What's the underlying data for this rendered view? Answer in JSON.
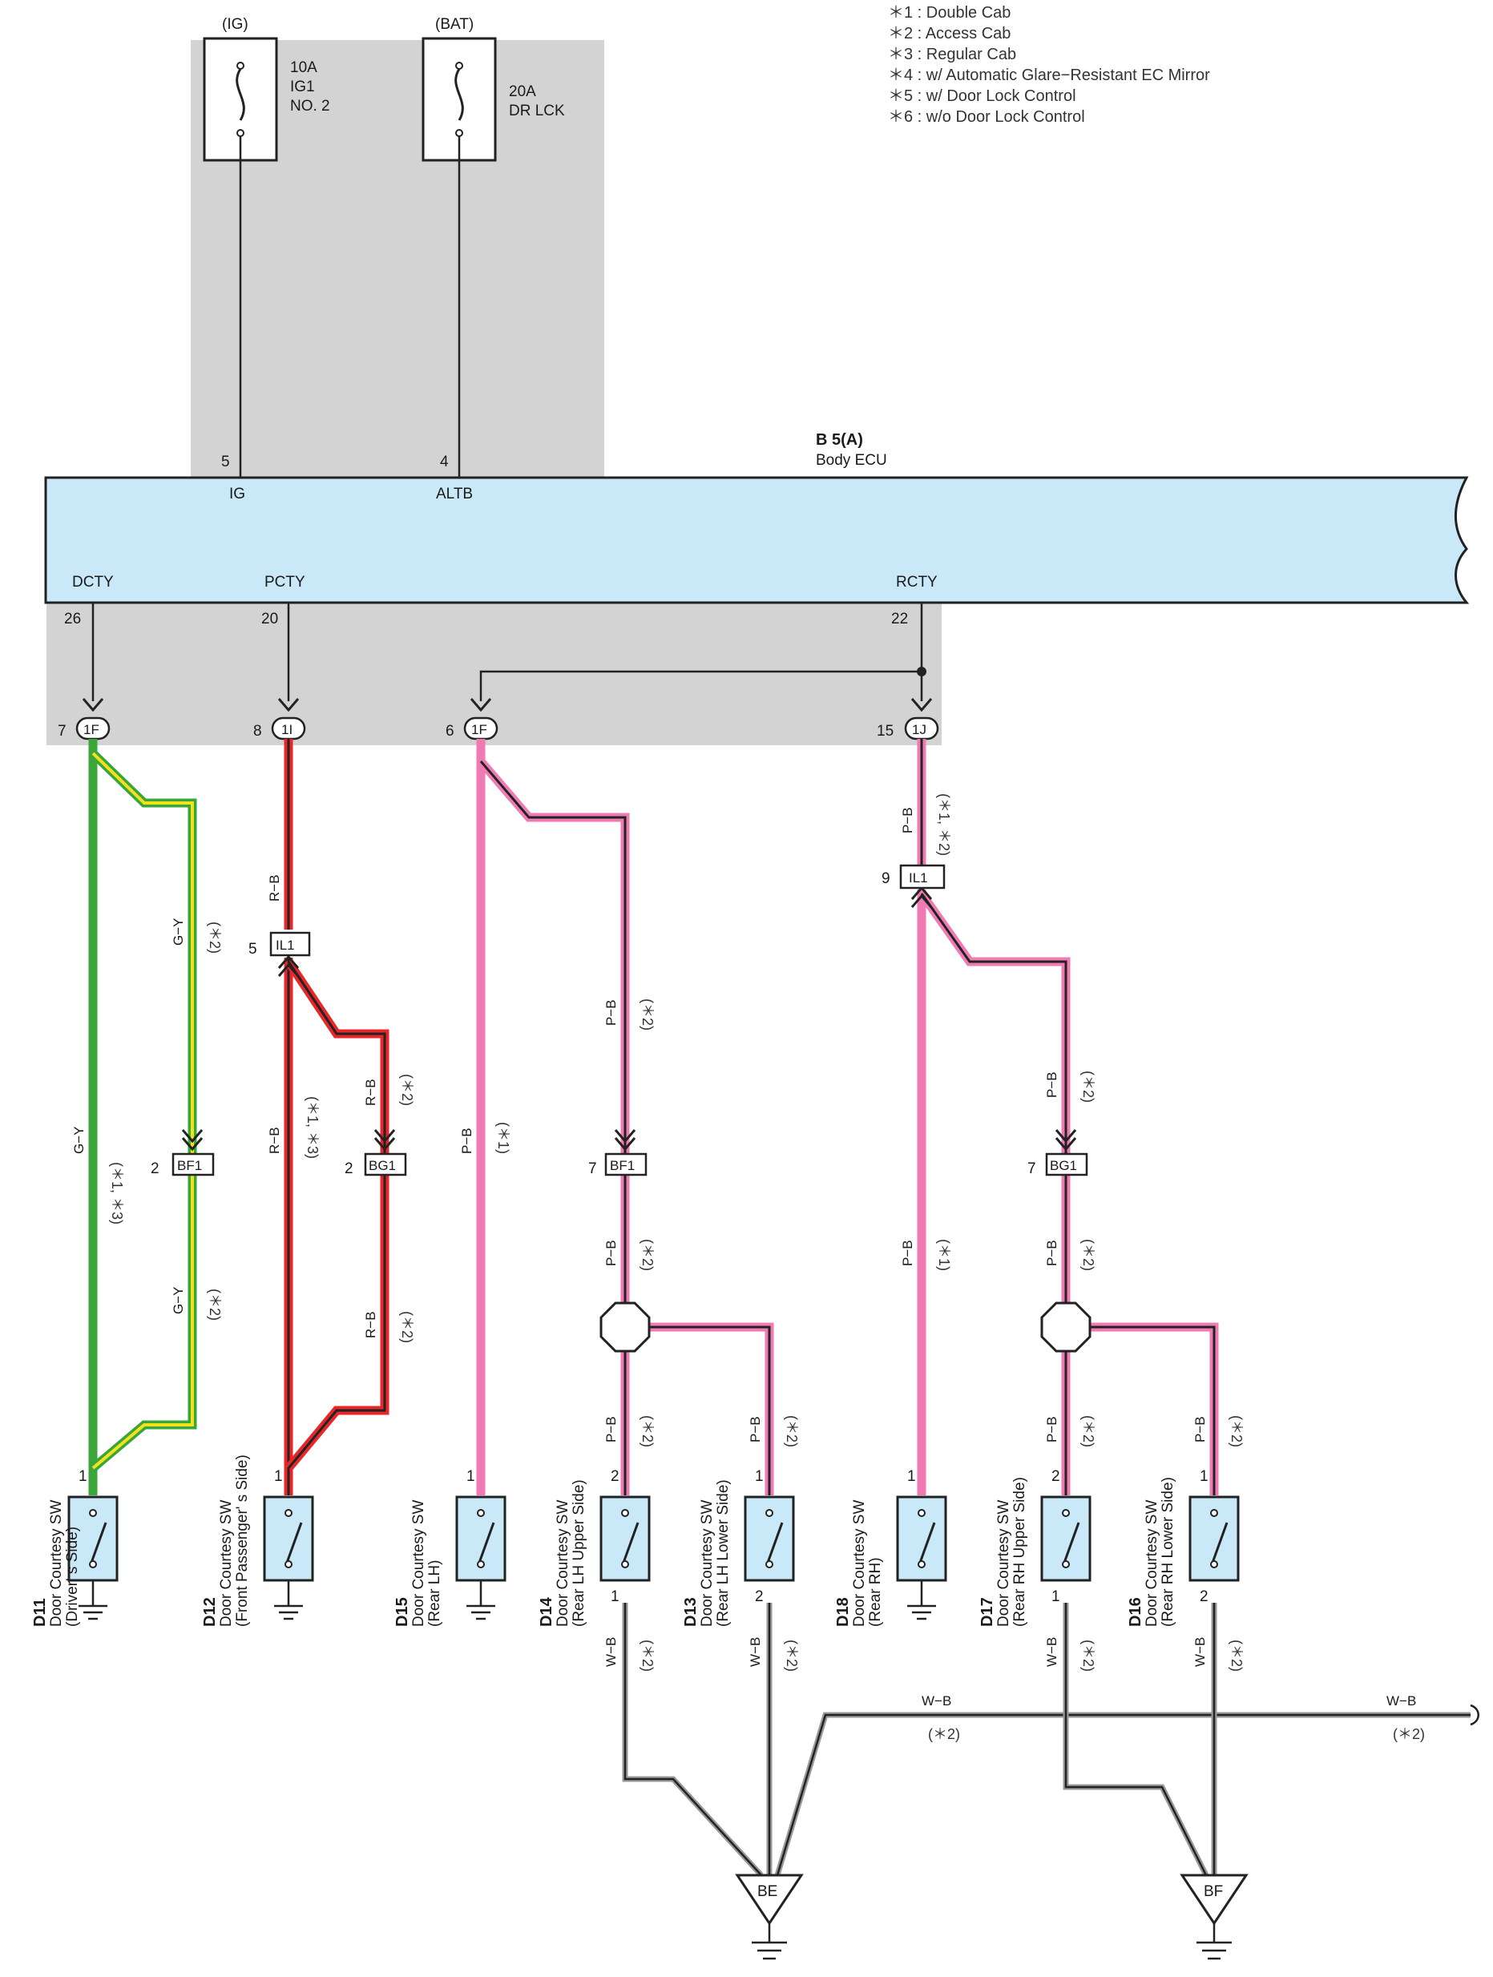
{
  "notes": [
    "＊1 : Double Cab",
    "＊2 : Access Cab",
    "＊3 : Regular Cab",
    "＊4 : w/ Automatic Glare−Resistant EC Mirror",
    "＊5 : w/ Door Lock Control",
    "＊6 : w/o Door Lock Control"
  ],
  "sources": {
    "ig": {
      "header": "(IG)",
      "amp": "10A",
      "name1": "IG1",
      "name2": "NO. 2"
    },
    "bat": {
      "header": "(BAT)",
      "amp": "20A",
      "name1": "DR LCK"
    }
  },
  "ecu": {
    "ref": "B 5(A)",
    "name": "Body ECU",
    "pins": {
      "ig": {
        "num": "5",
        "name": "IG"
      },
      "altb": {
        "num": "4",
        "name": "ALTB"
      },
      "dcty": {
        "num": "26",
        "name": "DCTY"
      },
      "pcty": {
        "num": "20",
        "name": "PCTY"
      },
      "rcty": {
        "num": "22",
        "name": "RCTY"
      }
    }
  },
  "connectors": {
    "c1": {
      "pin": "7",
      "id": "1F"
    },
    "c2": {
      "pin": "8",
      "id": "1I"
    },
    "c3": {
      "pin": "6",
      "id": "1F"
    },
    "c4": {
      "pin": "15",
      "id": "1J"
    }
  },
  "junctions": {
    "il1_left": {
      "pin": "5",
      "id": "IL1"
    },
    "il1_right": {
      "pin": "9",
      "id": "IL1"
    },
    "bf1_a": {
      "pin": "2",
      "id": "BF1"
    },
    "bg1_a": {
      "pin": "2",
      "id": "BG1"
    },
    "bf1_b": {
      "pin": "7",
      "id": "BF1"
    },
    "bg1_b": {
      "pin": "7",
      "id": "BG1"
    }
  },
  "wire_labels": {
    "gy": "G−Y",
    "rb": "R−B",
    "pb": "P−B",
    "wb": "W−B",
    "n2": "(＊2)",
    "n13": "(＊1, ＊3)",
    "n1": "(＊1)",
    "n12": "(＊1, ＊2)"
  },
  "switches": [
    {
      "ref": "D11",
      "name": "Door Courtesy SW",
      "side": "(Driver' s Side)",
      "top_pin": "1",
      "bottom_pin": ""
    },
    {
      "ref": "D12",
      "name": "Door Courtesy SW",
      "side": "(Front Passenger' s Side)",
      "top_pin": "1",
      "bottom_pin": ""
    },
    {
      "ref": "D15",
      "name": "Door Courtesy SW",
      "side": "(Rear LH)",
      "top_pin": "1",
      "bottom_pin": ""
    },
    {
      "ref": "D14",
      "name": "Door Courtesy SW",
      "side": "(Rear LH Upper Side)",
      "top_pin": "2",
      "bottom_pin": "1"
    },
    {
      "ref": "D13",
      "name": "Door Courtesy SW",
      "side": "(Rear LH Lower Side)",
      "top_pin": "1",
      "bottom_pin": "2"
    },
    {
      "ref": "D18",
      "name": "Door Courtesy SW",
      "side": "(Rear RH)",
      "top_pin": "1",
      "bottom_pin": ""
    },
    {
      "ref": "D17",
      "name": "Door Courtesy SW",
      "side": "(Rear RH Upper Side)",
      "top_pin": "2",
      "bottom_pin": "1"
    },
    {
      "ref": "D16",
      "name": "Door Courtesy SW",
      "side": "(Rear RH Lower Side)",
      "top_pin": "1",
      "bottom_pin": "2"
    }
  ],
  "grounds": {
    "be": "BE",
    "bf": "BF"
  },
  "colors": {
    "green": "#3aa63a",
    "yellow": "#f2e21c",
    "red": "#e8262a",
    "pink": "#f07ab4",
    "ecu_fill": "#c9e8f8",
    "panel_gray": "#d3d3d3",
    "switch_fill": "#c9e8f8"
  }
}
